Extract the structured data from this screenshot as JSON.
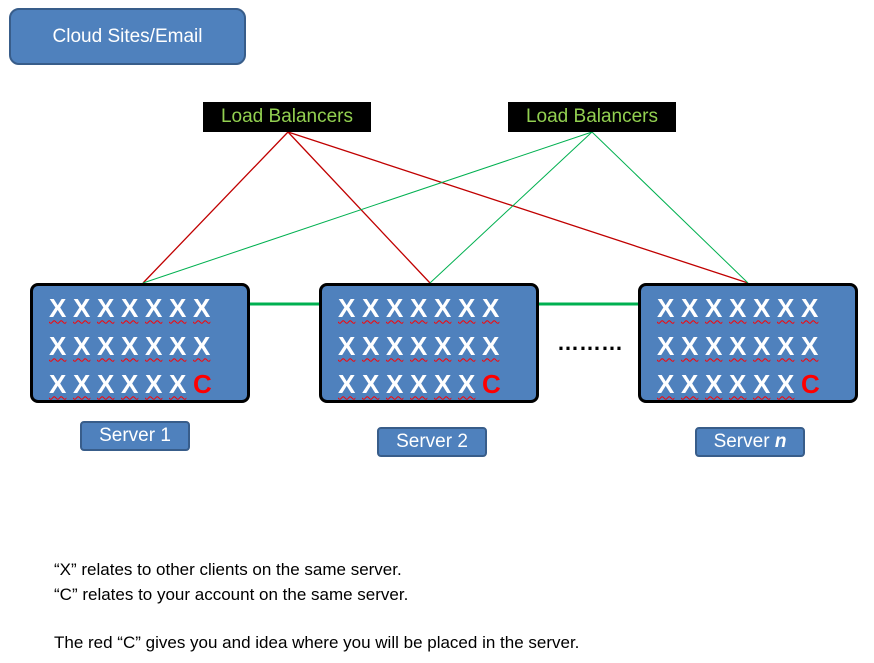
{
  "title": "Cloud Sites/Email",
  "load_balancers": [
    {
      "label": "Load Balancers",
      "link_color": "#c00000"
    },
    {
      "label": "Load Balancers",
      "link_color": "#00b050"
    }
  ],
  "servers": [
    {
      "label_prefix": "Server",
      "label_suffix": "1",
      "client_mark": "X",
      "account_mark": "C",
      "rows": [
        [
          "X",
          "X",
          "X",
          "X",
          "X",
          "X",
          "X"
        ],
        [
          "X",
          "X",
          "X",
          "X",
          "X",
          "X",
          "X"
        ],
        [
          "X",
          "X",
          "X",
          "X",
          "X",
          "X",
          "C"
        ]
      ]
    },
    {
      "label_prefix": "Server",
      "label_suffix": "2",
      "client_mark": "X",
      "account_mark": "C",
      "rows": [
        [
          "X",
          "X",
          "X",
          "X",
          "X",
          "X",
          "X"
        ],
        [
          "X",
          "X",
          "X",
          "X",
          "X",
          "X",
          "X"
        ],
        [
          "X",
          "X",
          "X",
          "X",
          "X",
          "X",
          "C"
        ]
      ]
    },
    {
      "label_prefix": "Server",
      "label_suffix": "n",
      "client_mark": "X",
      "account_mark": "C",
      "rows": [
        [
          "X",
          "X",
          "X",
          "X",
          "X",
          "X",
          "X"
        ],
        [
          "X",
          "X",
          "X",
          "X",
          "X",
          "X",
          "X"
        ],
        [
          "X",
          "X",
          "X",
          "X",
          "X",
          "X",
          "C"
        ]
      ]
    }
  ],
  "ellipsis": "………",
  "server_link_color": "#00b050",
  "notes": [
    "“X” relates to other clients on the same server.",
    "“C” relates to your account on the same server.",
    "",
    "The red “C” gives you and idea where you will be placed in the server."
  ]
}
